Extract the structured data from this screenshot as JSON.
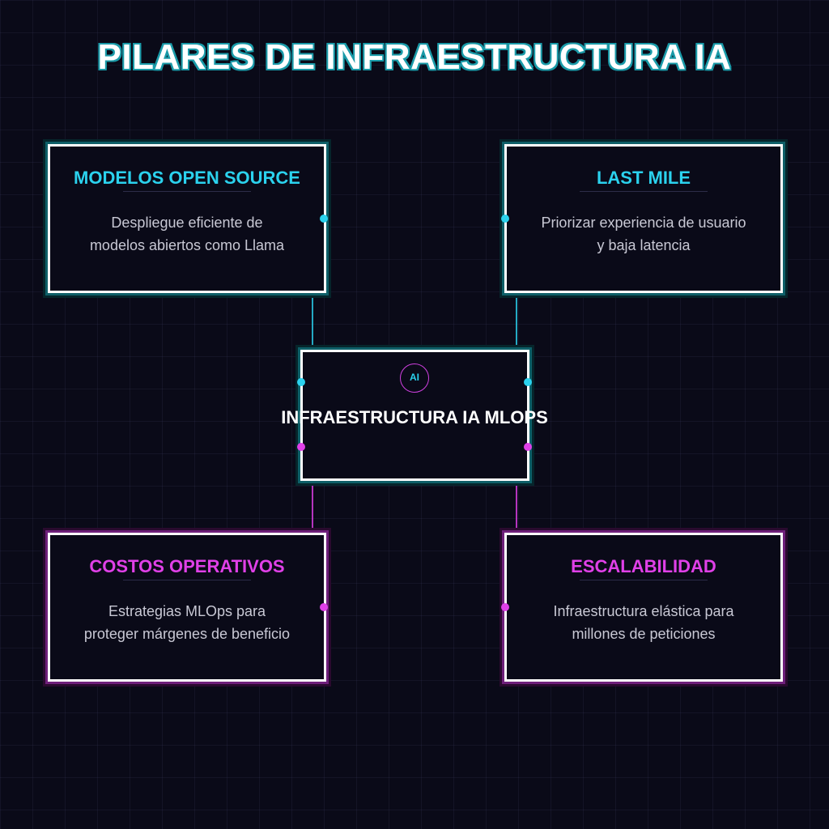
{
  "title": "PILARES DE INFRAESTRUCTURA IA",
  "center": {
    "badge": "AI",
    "label": "INFRAESTRUCTURA IA MLOPS"
  },
  "pillars": [
    {
      "title": "MODELOS OPEN SOURCE",
      "description": "Despliegue eficiente de modelos abiertos como Llama",
      "accent": "#2bd2ee"
    },
    {
      "title": "LAST MILE",
      "description": "Priorizar experiencia de usuario y baja latencia",
      "accent": "#2bd2ee"
    },
    {
      "title": "COSTOS OPERATIVOS",
      "description": "Estrategias MLOps para proteger márgenes de beneficio",
      "accent": "#e040e8"
    },
    {
      "title": "ESCALABILIDAD",
      "description": "Infraestructura elástica para millones de peticiones",
      "accent": "#e040e8"
    }
  ],
  "colors": {
    "background": "#0a0a18",
    "cyan": "#2bd2ee",
    "magenta": "#e040e8"
  }
}
